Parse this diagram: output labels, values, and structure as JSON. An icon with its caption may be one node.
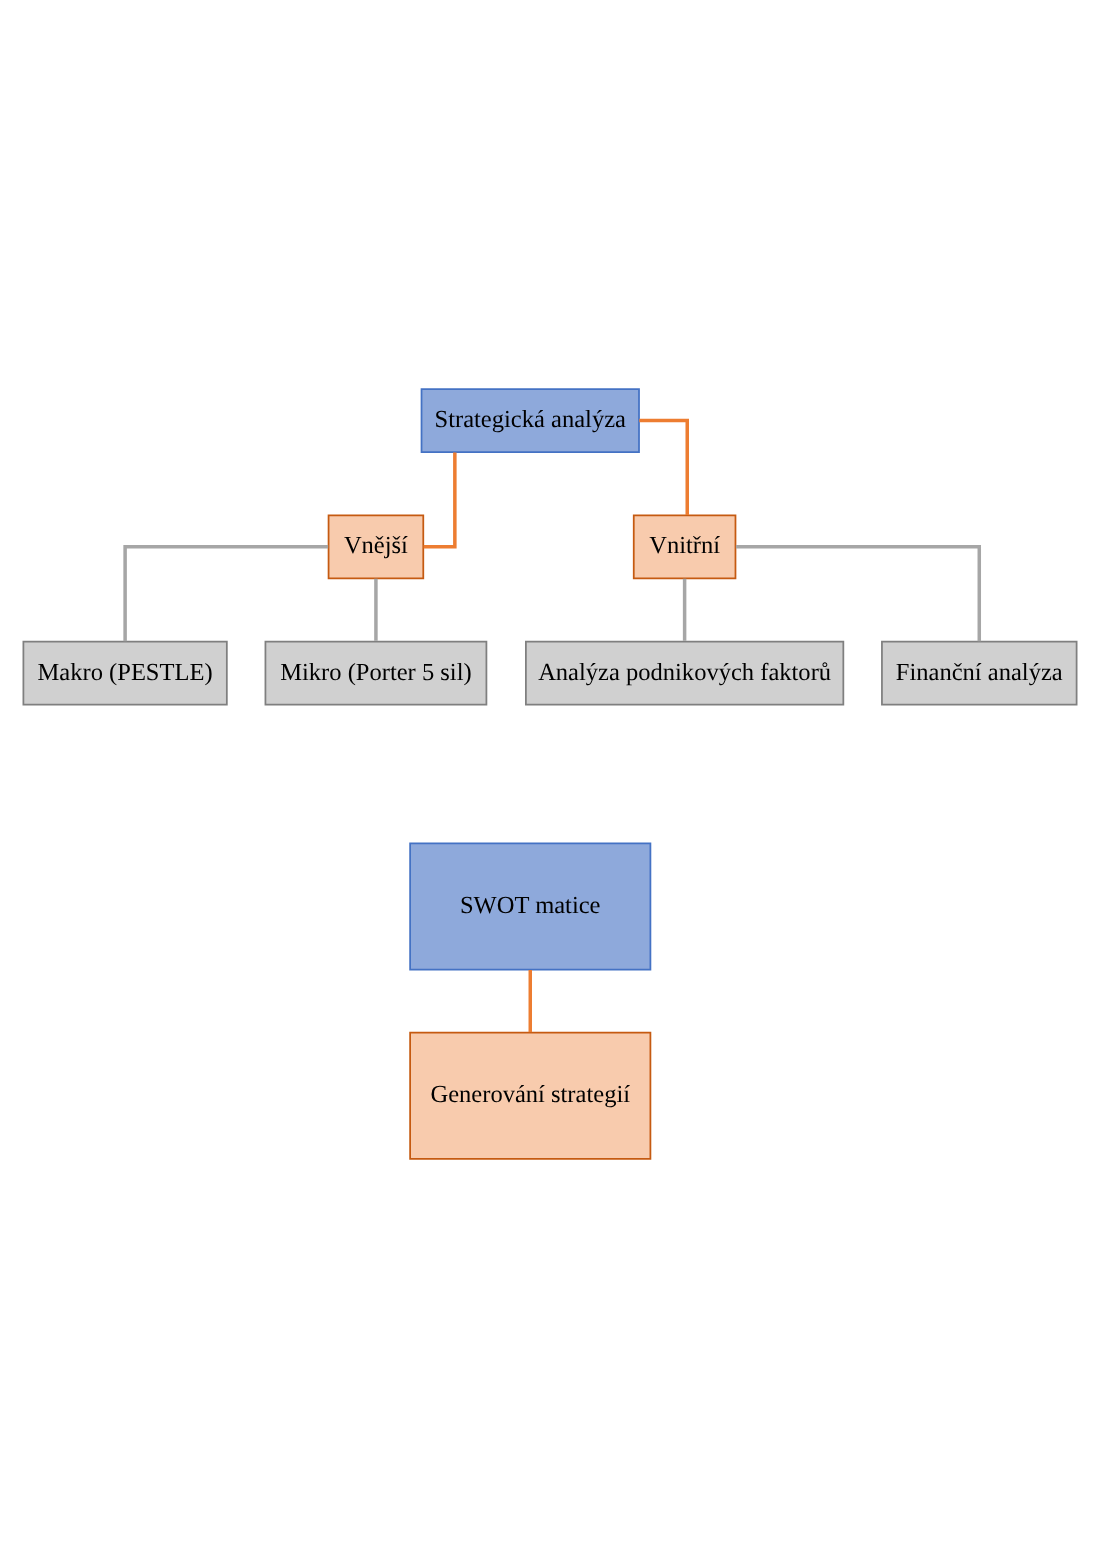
{
  "diagram": {
    "nodes": [
      {
        "text": [
          "Strategická analýza"
        ]
      },
      {
        "text": [
          "Vnější"
        ]
      },
      {
        "text": [
          "Vnitřní"
        ]
      },
      {
        "text": [
          "Makro (PESTLE)"
        ]
      },
      {
        "text": [
          "Mikro (Porter 5 sil)"
        ]
      },
      {
        "text": [
          "Analýza podnikových faktorů"
        ]
      },
      {
        "text": [
          "Finanční analýza"
        ]
      },
      {
        "text": [
          "SWOT matice"
        ]
      },
      {
        "text": [
          "Generování strategií"
        ]
      }
    ],
    "edges": [
      {
        "from": 0,
        "to": 1,
        "arrow": "none",
        "color": "#ed7d31"
      },
      {
        "from": 0,
        "to": 2,
        "arrow": "none",
        "color": "#ed7d31"
      },
      {
        "from": 1,
        "to": 3,
        "arrow": "none"
      },
      {
        "from": 1,
        "to": 4,
        "arrow": "none"
      },
      {
        "from": 2,
        "to": 5,
        "arrow": "none"
      },
      {
        "from": 2,
        "to": 6,
        "arrow": "none"
      },
      {
        "from": 7,
        "to": 8,
        "arrow": "none",
        "color": "#ed7d31"
      }
    ]
  }
}
